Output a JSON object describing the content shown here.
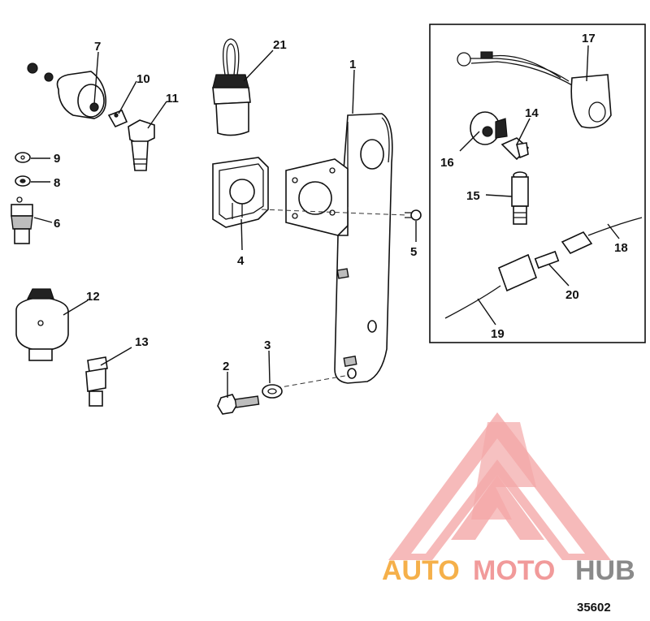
{
  "diagram": {
    "figure_number": "35602",
    "callouts": {
      "c1": "1",
      "c2": "2",
      "c3": "3",
      "c4": "4",
      "c5": "5",
      "c6": "6",
      "c7": "7",
      "c8": "8",
      "c9": "9",
      "c10": "10",
      "c11": "11",
      "c12": "12",
      "c13": "13",
      "c14": "14",
      "c15": "15",
      "c16": "16",
      "c17": "17",
      "c18": "18",
      "c19": "19",
      "c20": "20",
      "c21": "21"
    }
  },
  "watermark": {
    "word_part1": "AUTO",
    "word_part2": "MOTO",
    "word_part3": "HUB",
    "colors": {
      "orange": "#f5b04a",
      "pink": "#f19a9a",
      "grey": "#8a8a8a",
      "triangle": "#f08a8a"
    }
  }
}
